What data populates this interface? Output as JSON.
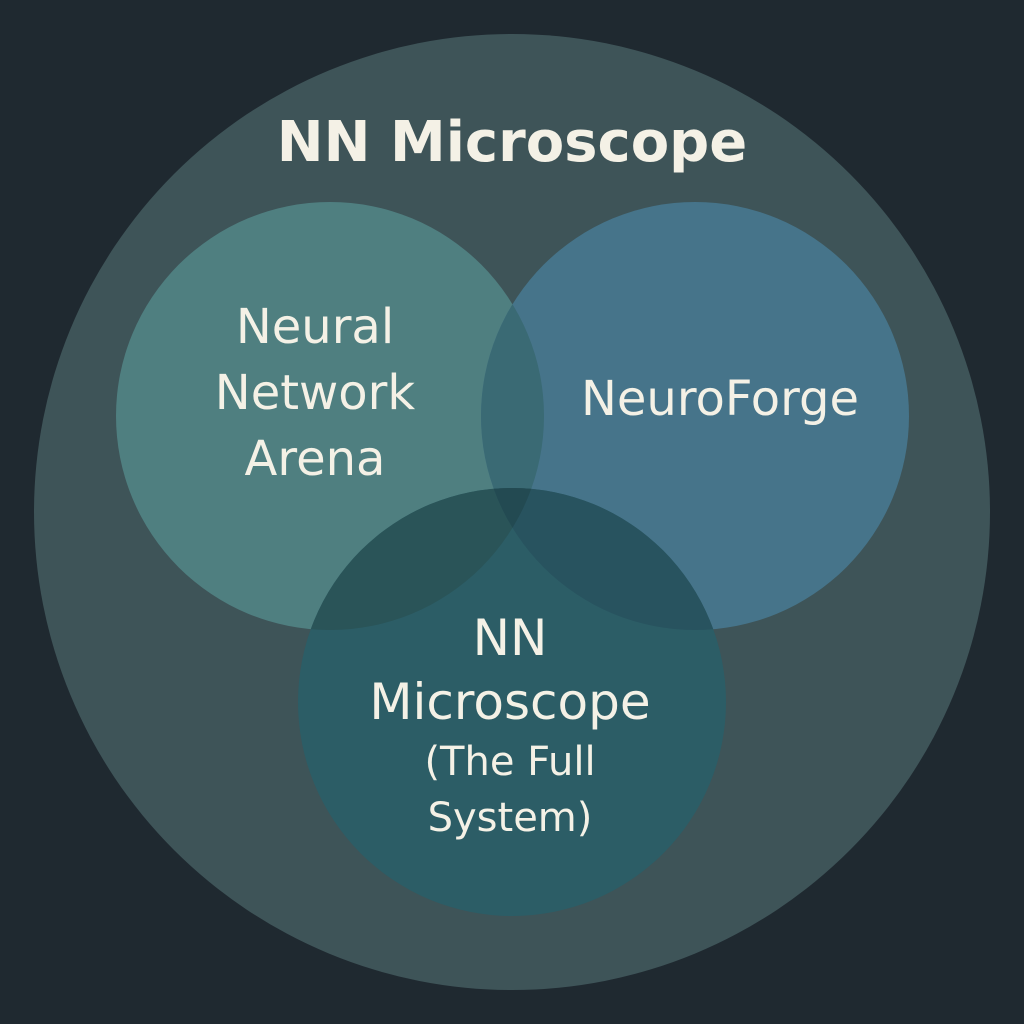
{
  "diagram": {
    "type": "venn",
    "outer": {
      "label": "NN Microscope",
      "color": "#3e5458"
    },
    "circles": [
      {
        "id": "left",
        "lines": [
          "Neural",
          "Network",
          "Arena"
        ],
        "color": "#4f7f80"
      },
      {
        "id": "right",
        "lines": [
          "NeuroForge"
        ],
        "color": "#46748a"
      },
      {
        "id": "bottom",
        "lines": [
          "NN",
          "Microscope",
          "(The Full",
          "System)"
        ],
        "color": "#2c5d66"
      }
    ],
    "background_color": "#1f2930",
    "text_color": "#f4f1e6"
  }
}
